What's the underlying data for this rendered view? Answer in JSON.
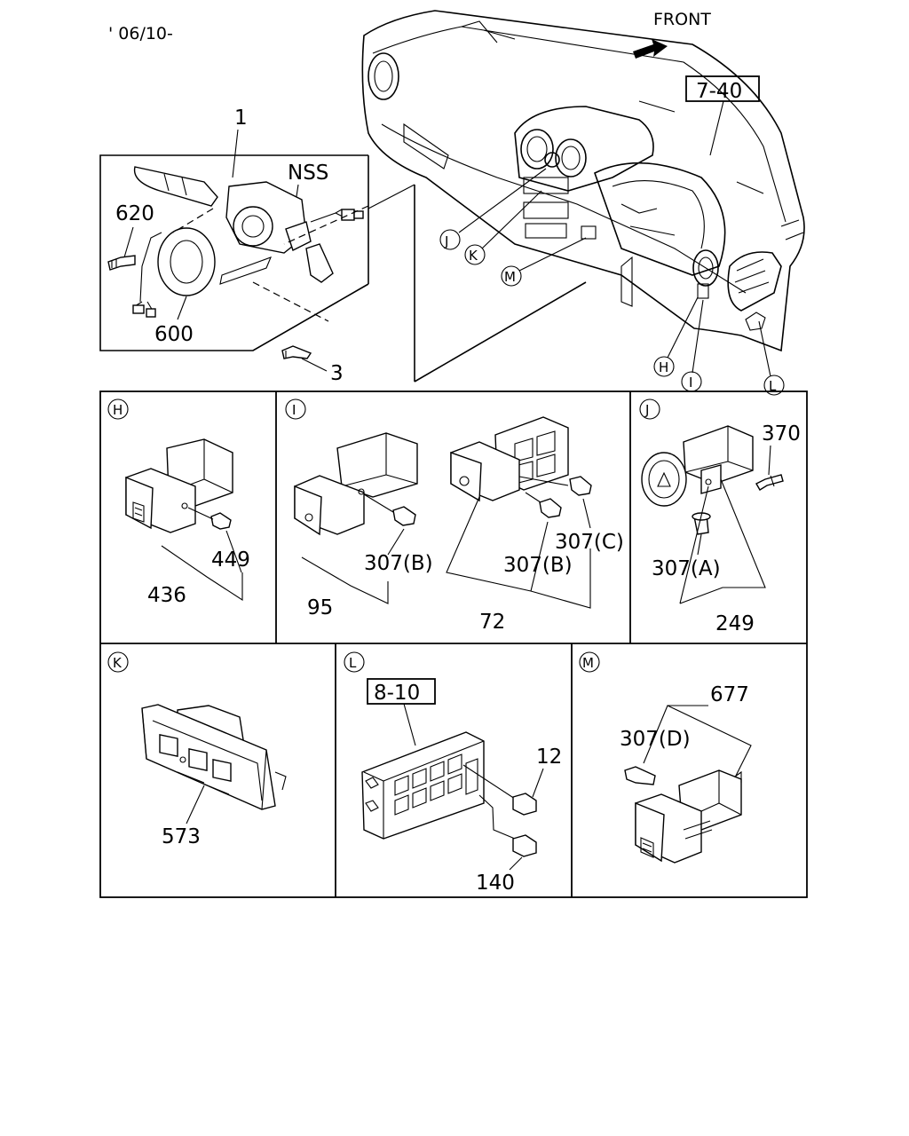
{
  "header": {
    "date_code": "' 06/10-",
    "front_label": "FRONT"
  },
  "refs": {
    "dash_ref": "7-40",
    "fuse_ref": "8-10"
  },
  "top": {
    "assy": "1",
    "nss": "NSS",
    "p620": "620",
    "p600": "600",
    "p3": "3",
    "callouts": {
      "H": "H",
      "I": "I",
      "J": "J",
      "K": "K",
      "L": "L",
      "M": "M"
    }
  },
  "panels": {
    "H": {
      "key": "H",
      "a": "449",
      "b": "436"
    },
    "I": {
      "key": "I",
      "a": "307(B)",
      "b": "95",
      "c": "307(B)",
      "d": "307(C)",
      "e": "72"
    },
    "J": {
      "key": "J",
      "a": "370",
      "b": "307(A)",
      "c": "249"
    },
    "K": {
      "key": "K",
      "a": "573"
    },
    "L": {
      "key": "L",
      "a": "12",
      "b": "140"
    },
    "M": {
      "key": "M",
      "a": "677",
      "b": "307(D)"
    }
  },
  "icons": [
    "front-arrow-icon",
    "hazard-triangle-icon"
  ]
}
